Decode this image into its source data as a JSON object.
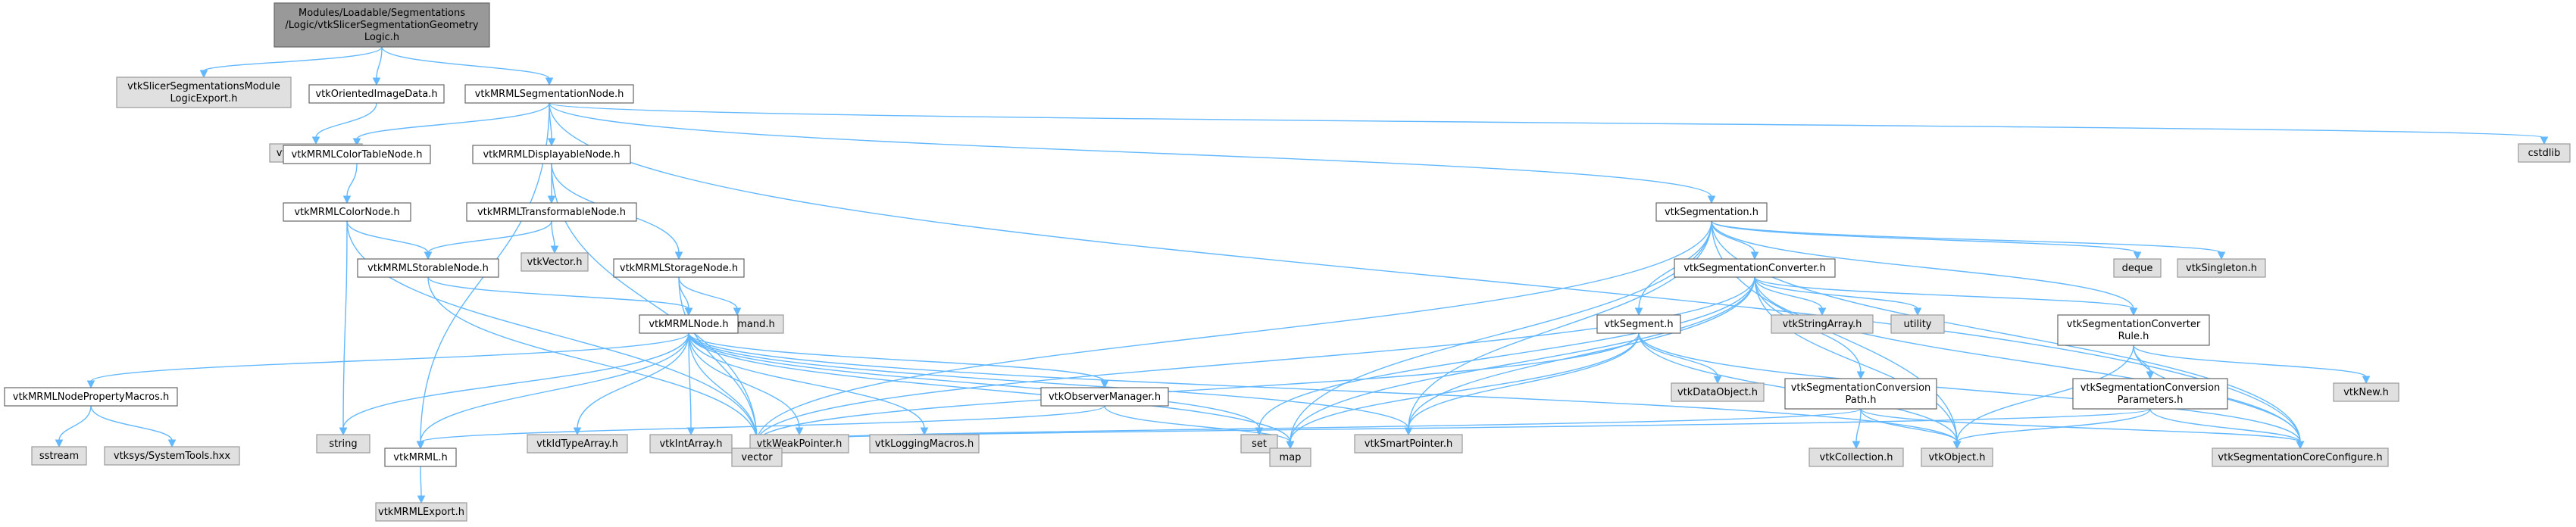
{
  "diagram": {
    "title_lines": [
      "Modules/Loadable/Segmentations",
      "/Logic/vtkSlicerSegmentationGeometry",
      "Logic.h"
    ],
    "nodes": [
      {
        "id": "root",
        "lines": [
          "Modules/Loadable/Segmentations",
          "/Logic/vtkSlicerSegmentationGeometry",
          "Logic.h"
        ],
        "kind": "root"
      },
      {
        "id": "logicExport",
        "lines": [
          "vtkSlicerSegmentationsModule",
          "LogicExport.h"
        ],
        "kind": "ext"
      },
      {
        "id": "orientedImage",
        "lines": [
          "vtkOrientedImageData.h"
        ],
        "kind": "default"
      },
      {
        "id": "segNode",
        "lines": [
          "vtkMRMLSegmentationNode.h"
        ],
        "kind": "default"
      },
      {
        "id": "imageData",
        "lines": [
          "vtkImageData.h"
        ],
        "kind": "ext"
      },
      {
        "id": "cstdlib",
        "lines": [
          "cstdlib"
        ],
        "kind": "ext"
      },
      {
        "id": "colorTable",
        "lines": [
          "vtkMRMLColorTableNode.h"
        ],
        "kind": "default"
      },
      {
        "id": "displayable",
        "lines": [
          "vtkMRMLDisplayableNode.h"
        ],
        "kind": "default"
      },
      {
        "id": "colorNode",
        "lines": [
          "vtkMRMLColorNode.h"
        ],
        "kind": "default"
      },
      {
        "id": "transformable",
        "lines": [
          "vtkMRMLTransformableNode.h"
        ],
        "kind": "default"
      },
      {
        "id": "vtkVector",
        "lines": [
          "vtkVector.h"
        ],
        "kind": "ext"
      },
      {
        "id": "storable",
        "lines": [
          "vtkMRMLStorableNode.h"
        ],
        "kind": "default"
      },
      {
        "id": "storage",
        "lines": [
          "vtkMRMLStorageNode.h"
        ],
        "kind": "default"
      },
      {
        "id": "vtkCommand",
        "lines": [
          "vtkCommand.h"
        ],
        "kind": "ext"
      },
      {
        "id": "mrmlNode",
        "lines": [
          "vtkMRMLNode.h"
        ],
        "kind": "default"
      },
      {
        "id": "propMacros",
        "lines": [
          "vtkMRMLNodePropertyMacros.h"
        ],
        "kind": "default"
      },
      {
        "id": "string",
        "lines": [
          "string"
        ],
        "kind": "ext"
      },
      {
        "id": "idType",
        "lines": [
          "vtkIdTypeArray.h"
        ],
        "kind": "ext"
      },
      {
        "id": "intArray",
        "lines": [
          "vtkIntArray.h"
        ],
        "kind": "ext"
      },
      {
        "id": "weakPtr",
        "lines": [
          "vtkWeakPointer.h"
        ],
        "kind": "ext"
      },
      {
        "id": "logging",
        "lines": [
          "vtkLoggingMacros.h"
        ],
        "kind": "ext"
      },
      {
        "id": "observer",
        "lines": [
          "vtkObserverManager.h"
        ],
        "kind": "default"
      },
      {
        "id": "set",
        "lines": [
          "set"
        ],
        "kind": "ext"
      },
      {
        "id": "smartPtr",
        "lines": [
          "vtkSmartPointer.h"
        ],
        "kind": "ext"
      },
      {
        "id": "sstream",
        "lines": [
          "sstream"
        ],
        "kind": "ext"
      },
      {
        "id": "systools",
        "lines": [
          "vtksys/SystemTools.hxx"
        ],
        "kind": "ext"
      },
      {
        "id": "vtkMRML",
        "lines": [
          "vtkMRML.h"
        ],
        "kind": "default"
      },
      {
        "id": "mrmlExport",
        "lines": [
          "vtkMRMLExport.h"
        ],
        "kind": "ext"
      },
      {
        "id": "vector",
        "lines": [
          "vector"
        ],
        "kind": "ext"
      },
      {
        "id": "map",
        "lines": [
          "map"
        ],
        "kind": "ext"
      },
      {
        "id": "segmentation",
        "lines": [
          "vtkSegmentation.h"
        ],
        "kind": "default"
      },
      {
        "id": "segConverter",
        "lines": [
          "vtkSegmentationConverter.h"
        ],
        "kind": "default"
      },
      {
        "id": "deque",
        "lines": [
          "deque"
        ],
        "kind": "ext"
      },
      {
        "id": "singleton",
        "lines": [
          "vtkSingleton.h"
        ],
        "kind": "ext"
      },
      {
        "id": "segment",
        "lines": [
          "vtkSegment.h"
        ],
        "kind": "default"
      },
      {
        "id": "stringArray",
        "lines": [
          "vtkStringArray.h"
        ],
        "kind": "ext"
      },
      {
        "id": "utility",
        "lines": [
          "utility"
        ],
        "kind": "ext"
      },
      {
        "id": "convRule",
        "lines": [
          "vtkSegmentationConverter",
          "Rule.h"
        ],
        "kind": "default"
      },
      {
        "id": "dataObject",
        "lines": [
          "vtkDataObject.h"
        ],
        "kind": "ext"
      },
      {
        "id": "convPath",
        "lines": [
          "vtkSegmentationConversion",
          "Path.h"
        ],
        "kind": "default"
      },
      {
        "id": "convParams",
        "lines": [
          "vtkSegmentationConversion",
          "Parameters.h"
        ],
        "kind": "default"
      },
      {
        "id": "vtkNew",
        "lines": [
          "vtkNew.h"
        ],
        "kind": "ext"
      },
      {
        "id": "vtkCollection",
        "lines": [
          "vtkCollection.h"
        ],
        "kind": "ext"
      },
      {
        "id": "vtkObject",
        "lines": [
          "vtkObject.h"
        ],
        "kind": "ext"
      },
      {
        "id": "coreConfigure",
        "lines": [
          "vtkSegmentationCoreConfigure.h"
        ],
        "kind": "ext"
      }
    ],
    "edges": [
      [
        "root",
        "logicExport"
      ],
      [
        "root",
        "orientedImage"
      ],
      [
        "root",
        "segNode"
      ],
      [
        "orientedImage",
        "imageData"
      ],
      [
        "segNode",
        "cstdlib"
      ],
      [
        "segNode",
        "colorTable"
      ],
      [
        "segNode",
        "displayable"
      ],
      [
        "segNode",
        "segmentation"
      ],
      [
        "segNode",
        "vtkMRML"
      ],
      [
        "segNode",
        "coreConfigure"
      ],
      [
        "colorTable",
        "colorNode"
      ],
      [
        "displayable",
        "transformable"
      ],
      [
        "displayable",
        "storage"
      ],
      [
        "displayable",
        "vector"
      ],
      [
        "colorNode",
        "storable"
      ],
      [
        "colorNode",
        "string"
      ],
      [
        "colorNode",
        "vector"
      ],
      [
        "transformable",
        "storable"
      ],
      [
        "transformable",
        "vtkVector"
      ],
      [
        "storable",
        "mrmlNode"
      ],
      [
        "storable",
        "vector"
      ],
      [
        "storage",
        "mrmlNode"
      ],
      [
        "storage",
        "vtkCommand"
      ],
      [
        "storage",
        "vector"
      ],
      [
        "mrmlNode",
        "propMacros"
      ],
      [
        "mrmlNode",
        "string"
      ],
      [
        "mrmlNode",
        "idType"
      ],
      [
        "mrmlNode",
        "intArray"
      ],
      [
        "mrmlNode",
        "weakPtr"
      ],
      [
        "mrmlNode",
        "logging"
      ],
      [
        "mrmlNode",
        "observer"
      ],
      [
        "mrmlNode",
        "set"
      ],
      [
        "mrmlNode",
        "smartPtr"
      ],
      [
        "mrmlNode",
        "vtkMRML"
      ],
      [
        "mrmlNode",
        "vector"
      ],
      [
        "mrmlNode",
        "map"
      ],
      [
        "mrmlNode",
        "vtkObject"
      ],
      [
        "propMacros",
        "sstream"
      ],
      [
        "propMacros",
        "systools"
      ],
      [
        "observer",
        "vtkMRML"
      ],
      [
        "observer",
        "map"
      ],
      [
        "vtkMRML",
        "mrmlExport"
      ],
      [
        "segmentation",
        "deque"
      ],
      [
        "segmentation",
        "singleton"
      ],
      [
        "segmentation",
        "segConverter"
      ],
      [
        "segmentation",
        "segment"
      ],
      [
        "segmentation",
        "convRule"
      ],
      [
        "segmentation",
        "smartPtr"
      ],
      [
        "segmentation",
        "vector"
      ],
      [
        "segmentation",
        "map"
      ],
      [
        "segmentation",
        "vtkObject"
      ],
      [
        "segmentation",
        "coreConfigure"
      ],
      [
        "segConverter",
        "stringArray"
      ],
      [
        "segConverter",
        "utility"
      ],
      [
        "segConverter",
        "convRule"
      ],
      [
        "segConverter",
        "convPath"
      ],
      [
        "segConverter",
        "set"
      ],
      [
        "segConverter",
        "smartPtr"
      ],
      [
        "segConverter",
        "vector"
      ],
      [
        "segConverter",
        "map"
      ],
      [
        "segConverter",
        "vtkObject"
      ],
      [
        "segConverter",
        "coreConfigure"
      ],
      [
        "segment",
        "dataObject"
      ],
      [
        "segment",
        "smartPtr"
      ],
      [
        "segment",
        "vector"
      ],
      [
        "segment",
        "map"
      ],
      [
        "segment",
        "vtkObject"
      ],
      [
        "segment",
        "coreConfigure"
      ],
      [
        "convRule",
        "convParams"
      ],
      [
        "convRule",
        "vtkNew"
      ],
      [
        "convRule",
        "vtkObject"
      ],
      [
        "convRule",
        "coreConfigure"
      ],
      [
        "convPath",
        "vtkCollection"
      ],
      [
        "convPath",
        "vtkObject"
      ],
      [
        "convPath",
        "vector"
      ],
      [
        "convPath",
        "coreConfigure"
      ],
      [
        "convParams",
        "vtkObject"
      ],
      [
        "convParams",
        "coreConfigure"
      ],
      [
        "convParams",
        "vector"
      ]
    ]
  }
}
